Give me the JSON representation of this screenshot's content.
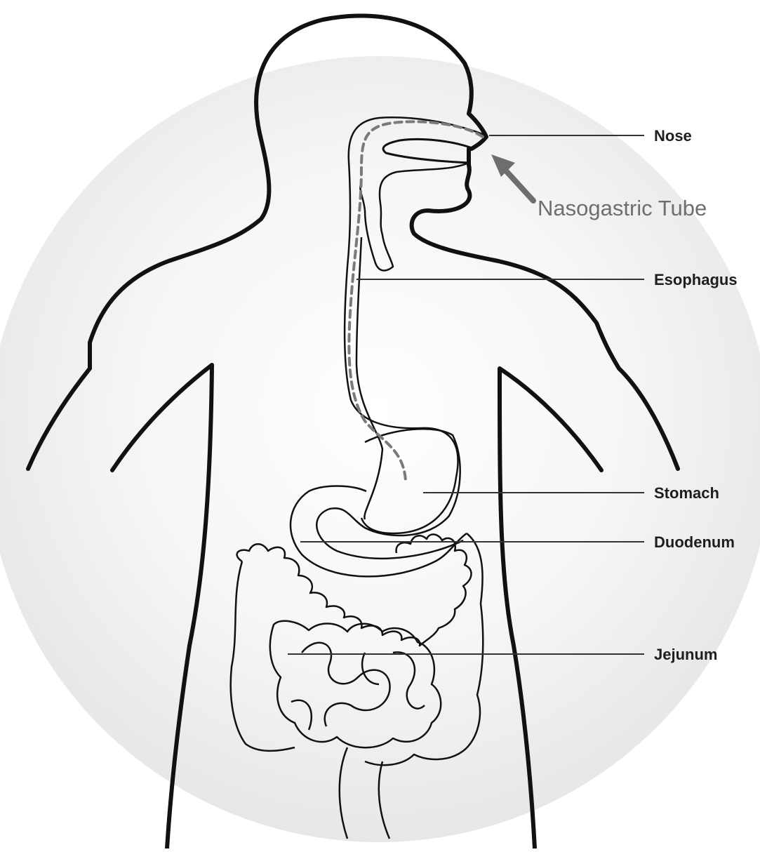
{
  "labels": {
    "nose": "Nose",
    "nasogastric_tube": "Nasogastric Tube",
    "esophagus": "Esophagus",
    "stomach": "Stomach",
    "duodenum": "Duodenum",
    "jejunum": "Jejunum"
  },
  "colors": {
    "background_circle": "#e9e9e9",
    "outline": "#111111",
    "tube": "#7a7a7a",
    "arrow": "#6e6e6e",
    "leader_line": "#333333"
  }
}
